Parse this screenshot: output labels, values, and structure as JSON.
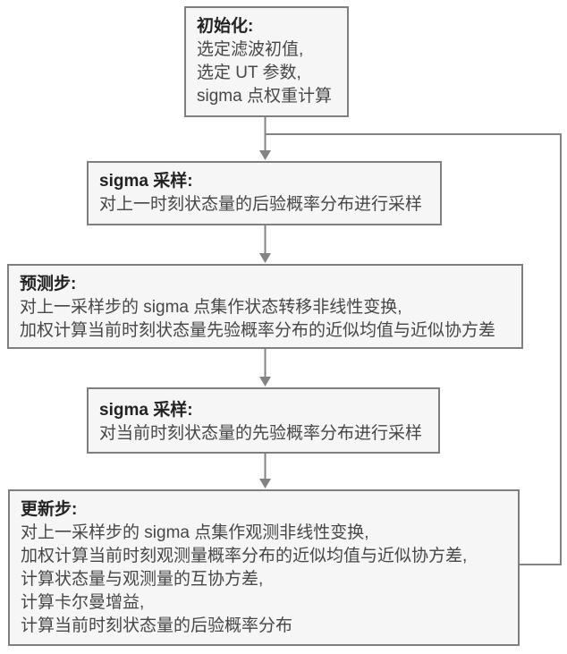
{
  "diagram": {
    "type": "flowchart",
    "colors": {
      "box_fill": "#f6f6f6",
      "box_border": "#7f7f7f",
      "connector": "#838383",
      "title_text": "#222222",
      "body_text": "#474747"
    },
    "nodes": [
      {
        "id": "init",
        "title": "初始化:",
        "lines": [
          "选定滤波初值,",
          "选定 UT 参数,",
          "sigma 点权重计算"
        ]
      },
      {
        "id": "sigma-sample-1",
        "title": "sigma 采样:",
        "lines": [
          "对上一时刻状态量的后验概率分布进行采样"
        ]
      },
      {
        "id": "predict",
        "title": "预测步:",
        "lines": [
          "对上一采样步的 sigma 点集作状态转移非线性变换,",
          "加权计算当前时刻状态量先验概率分布的近似均值与近似协方差"
        ]
      },
      {
        "id": "sigma-sample-2",
        "title": "sigma 采样:",
        "lines": [
          "对当前时刻状态量的先验概率分布进行采样"
        ]
      },
      {
        "id": "update",
        "title": "更新步:",
        "lines": [
          "对上一采样步的 sigma 点集作观测非线性变换,",
          "加权计算当前时刻观测量概率分布的近似均值与近似协方差,",
          "计算状态量与观测量的互协方差,",
          "计算卡尔曼增益,",
          "计算当前时刻状态量的后验概率分布"
        ]
      }
    ],
    "edges": [
      {
        "from": "init",
        "to": "sigma-sample-1",
        "kind": "straight"
      },
      {
        "from": "sigma-sample-1",
        "to": "predict",
        "kind": "straight"
      },
      {
        "from": "predict",
        "to": "sigma-sample-2",
        "kind": "straight"
      },
      {
        "from": "sigma-sample-2",
        "to": "update",
        "kind": "straight"
      },
      {
        "from": "update",
        "to": "sigma-sample-1",
        "kind": "feedback-loop"
      }
    ]
  }
}
